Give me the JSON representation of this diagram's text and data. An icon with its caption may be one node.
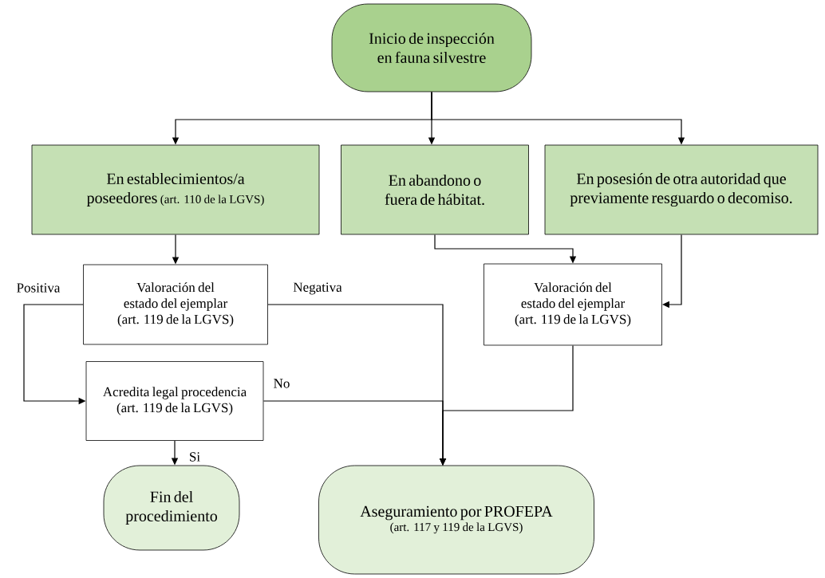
{
  "diagram": {
    "nodes": [
      {
        "text": [
          "Inicio de inspección en fauna silvestre"
        ]
      },
      {
        "text": [
          "En establecimientos/a poseedores",
          "(art. 110 de la LGVS)"
        ]
      },
      {
        "text": [
          "En abandono o fuera de hábitat."
        ]
      },
      {
        "text": [
          "En posesión de otra autoridad que previamente resguardo o decomiso."
        ]
      },
      {
        "text": [
          "Valoración del estado del ejemplar",
          "(art. 119 de la LGVS)"
        ]
      },
      {
        "text": [
          "Acredita legal procedencia",
          "(art. 119 de la LGVS)"
        ]
      },
      {
        "text": [
          "Valoración del estado del ejemplar",
          "(art. 119 de la LGVS)"
        ]
      },
      {
        "text": [
          "Fin del procedimiento"
        ]
      },
      {
        "text": [
          "Aseguramiento por PROFEPA",
          "(art. 117 y 119 de la LGVS)"
        ]
      }
    ],
    "edges": [
      {
        "from": 0,
        "to": 1,
        "arrow": "to"
      },
      {
        "from": 0,
        "to": 2,
        "arrow": "to"
      },
      {
        "from": 0,
        "to": 3,
        "arrow": "to"
      },
      {
        "from": 1,
        "to": 4,
        "arrow": "to"
      },
      {
        "from": 2,
        "to": 6,
        "arrow": "to"
      },
      {
        "from": 3,
        "to": 6,
        "arrow": "to"
      },
      {
        "from": 4,
        "to": 5,
        "arrow": "to",
        "label": "Positiva"
      },
      {
        "from": 4,
        "to": 8,
        "arrow": "to",
        "label": "Negativa"
      },
      {
        "from": 5,
        "to": 8,
        "arrow": "to",
        "label": "No"
      },
      {
        "from": 6,
        "to": 8,
        "arrow": "to"
      },
      {
        "from": 5,
        "to": 7,
        "arrow": "to",
        "label": "Si"
      }
    ]
  }
}
